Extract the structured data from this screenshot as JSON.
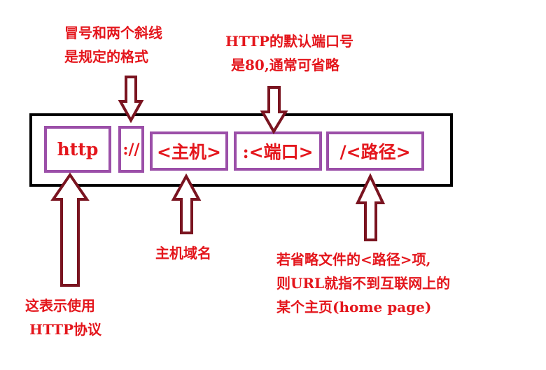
{
  "url_parts": {
    "scheme": "http",
    "separator": "://",
    "host": "<主机>",
    "port": ":<端口>",
    "path": "/<路径>"
  },
  "annotations": {
    "separator_note": [
      "冒号和两个斜线",
      "是规定的格式"
    ],
    "port_note": [
      "HTTP的默认端口号",
      "是80,通常可省略"
    ],
    "scheme_note": [
      "这表示使用",
      "HTTP协议"
    ],
    "host_note": "主机域名",
    "path_note": [
      "若省略文件的<路径>项,",
      "则URL就指不到互联网上的",
      "某个主页(home page)"
    ]
  },
  "colors": {
    "text": "#e4161c",
    "box_border": "#9b4fa8",
    "arrow_outline": "#7a1420",
    "frame": "#000000"
  }
}
